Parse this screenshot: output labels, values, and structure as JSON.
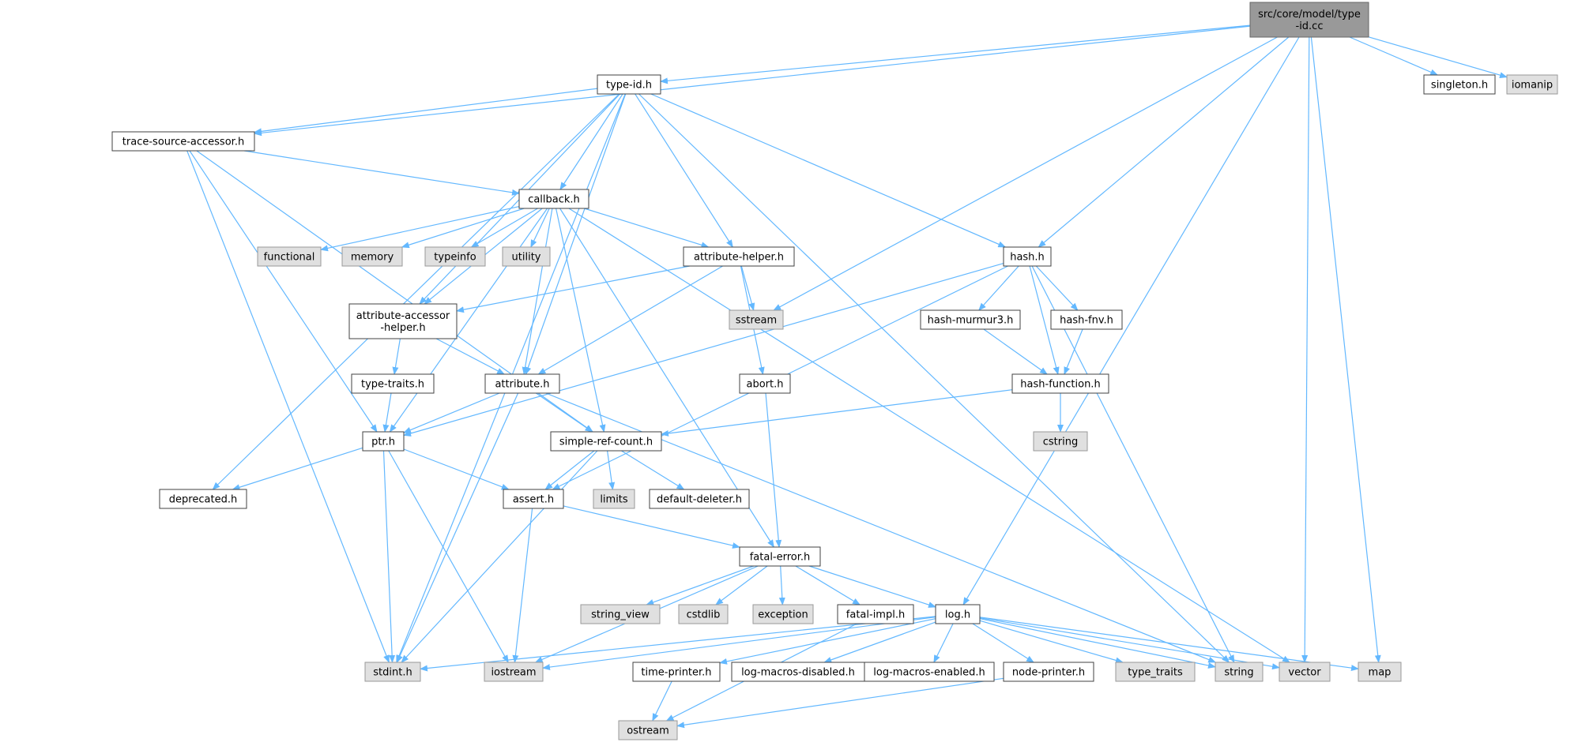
{
  "diagram": {
    "type": "include-dependency-graph",
    "colors": {
      "edge": "#63b8ff",
      "root_fill": "#999999",
      "system_fill": "#e0e0e0",
      "local_fill": "#ffffff",
      "local_border": "#404040"
    },
    "nodes": [
      {
        "id": "type-id-cc",
        "lines": [
          "src/core/model/type",
          "-id.cc"
        ],
        "kind": "root"
      },
      {
        "id": "type-id-h",
        "lines": [
          "type-id.h"
        ],
        "kind": "local"
      },
      {
        "id": "singleton-h",
        "lines": [
          "singleton.h"
        ],
        "kind": "local"
      },
      {
        "id": "iomanip",
        "lines": [
          "iomanip"
        ],
        "kind": "system"
      },
      {
        "id": "trace-source-accessor-h",
        "lines": [
          "trace-source-accessor.h"
        ],
        "kind": "local"
      },
      {
        "id": "callback-h",
        "lines": [
          "callback.h"
        ],
        "kind": "local"
      },
      {
        "id": "functional",
        "lines": [
          "functional"
        ],
        "kind": "system"
      },
      {
        "id": "memory",
        "lines": [
          "memory"
        ],
        "kind": "system"
      },
      {
        "id": "typeinfo",
        "lines": [
          "typeinfo"
        ],
        "kind": "system"
      },
      {
        "id": "utility",
        "lines": [
          "utility"
        ],
        "kind": "system"
      },
      {
        "id": "attribute-helper-h",
        "lines": [
          "attribute-helper.h"
        ],
        "kind": "local"
      },
      {
        "id": "hash-h",
        "lines": [
          "hash.h"
        ],
        "kind": "local"
      },
      {
        "id": "sstream",
        "lines": [
          "sstream"
        ],
        "kind": "system"
      },
      {
        "id": "attribute-accessor-helper-h",
        "lines": [
          "attribute-accessor",
          "-helper.h"
        ],
        "kind": "local"
      },
      {
        "id": "hash-murmur3-h",
        "lines": [
          "hash-murmur3.h"
        ],
        "kind": "local"
      },
      {
        "id": "hash-fnv-h",
        "lines": [
          "hash-fnv.h"
        ],
        "kind": "local"
      },
      {
        "id": "type-traits-h",
        "lines": [
          "type-traits.h"
        ],
        "kind": "local"
      },
      {
        "id": "attribute-h",
        "lines": [
          "attribute.h"
        ],
        "kind": "local"
      },
      {
        "id": "abort-h",
        "lines": [
          "abort.h"
        ],
        "kind": "local"
      },
      {
        "id": "hash-function-h",
        "lines": [
          "hash-function.h"
        ],
        "kind": "local"
      },
      {
        "id": "ptr-h",
        "lines": [
          "ptr.h"
        ],
        "kind": "local"
      },
      {
        "id": "simple-ref-count-h",
        "lines": [
          "simple-ref-count.h"
        ],
        "kind": "local"
      },
      {
        "id": "cstring",
        "lines": [
          "cstring"
        ],
        "kind": "system"
      },
      {
        "id": "deprecated-h",
        "lines": [
          "deprecated.h"
        ],
        "kind": "local"
      },
      {
        "id": "assert-h",
        "lines": [
          "assert.h"
        ],
        "kind": "local"
      },
      {
        "id": "limits",
        "lines": [
          "limits"
        ],
        "kind": "system"
      },
      {
        "id": "default-deleter-h",
        "lines": [
          "default-deleter.h"
        ],
        "kind": "local"
      },
      {
        "id": "fatal-error-h",
        "lines": [
          "fatal-error.h"
        ],
        "kind": "local"
      },
      {
        "id": "string-view",
        "lines": [
          "string_view"
        ],
        "kind": "system"
      },
      {
        "id": "cstdlib",
        "lines": [
          "cstdlib"
        ],
        "kind": "system"
      },
      {
        "id": "exception",
        "lines": [
          "exception"
        ],
        "kind": "system"
      },
      {
        "id": "fatal-impl-h",
        "lines": [
          "fatal-impl.h"
        ],
        "kind": "local"
      },
      {
        "id": "log-h",
        "lines": [
          "log.h"
        ],
        "kind": "local"
      },
      {
        "id": "stdint-h",
        "lines": [
          "stdint.h"
        ],
        "kind": "system"
      },
      {
        "id": "iostream",
        "lines": [
          "iostream"
        ],
        "kind": "system"
      },
      {
        "id": "time-printer-h",
        "lines": [
          "time-printer.h"
        ],
        "kind": "local"
      },
      {
        "id": "log-macros-disabled-h",
        "lines": [
          "log-macros-disabled.h"
        ],
        "kind": "local"
      },
      {
        "id": "log-macros-enabled-h",
        "lines": [
          "log-macros-enabled.h"
        ],
        "kind": "local"
      },
      {
        "id": "node-printer-h",
        "lines": [
          "node-printer.h"
        ],
        "kind": "local"
      },
      {
        "id": "type-traits",
        "lines": [
          "type_traits"
        ],
        "kind": "system"
      },
      {
        "id": "string",
        "lines": [
          "string"
        ],
        "kind": "system"
      },
      {
        "id": "vector",
        "lines": [
          "vector"
        ],
        "kind": "system"
      },
      {
        "id": "map",
        "lines": [
          "map"
        ],
        "kind": "system"
      },
      {
        "id": "ostream",
        "lines": [
          "ostream"
        ],
        "kind": "system"
      }
    ],
    "edges": [
      [
        "type-id-cc",
        "type-id-h"
      ],
      [
        "type-id-cc",
        "trace-source-accessor-h"
      ],
      [
        "type-id-cc",
        "singleton-h"
      ],
      [
        "type-id-cc",
        "iomanip"
      ],
      [
        "type-id-cc",
        "hash-h"
      ],
      [
        "type-id-cc",
        "sstream"
      ],
      [
        "type-id-cc",
        "log-h"
      ],
      [
        "type-id-cc",
        "vector"
      ],
      [
        "type-id-cc",
        "map"
      ],
      [
        "type-id-h",
        "trace-source-accessor-h"
      ],
      [
        "type-id-h",
        "callback-h"
      ],
      [
        "type-id-h",
        "attribute-helper-h"
      ],
      [
        "type-id-h",
        "hash-h"
      ],
      [
        "type-id-h",
        "attribute-accessor-helper-h"
      ],
      [
        "type-id-h",
        "attribute-h"
      ],
      [
        "type-id-h",
        "deprecated-h"
      ],
      [
        "type-id-h",
        "stdint-h"
      ],
      [
        "type-id-h",
        "string"
      ],
      [
        "trace-source-accessor-h",
        "callback-h"
      ],
      [
        "trace-source-accessor-h",
        "ptr-h"
      ],
      [
        "trace-source-accessor-h",
        "simple-ref-count-h"
      ],
      [
        "trace-source-accessor-h",
        "stdint-h"
      ],
      [
        "callback-h",
        "functional"
      ],
      [
        "callback-h",
        "memory"
      ],
      [
        "callback-h",
        "typeinfo"
      ],
      [
        "callback-h",
        "utility"
      ],
      [
        "callback-h",
        "attribute-helper-h"
      ],
      [
        "callback-h",
        "attribute-accessor-helper-h"
      ],
      [
        "callback-h",
        "attribute-h"
      ],
      [
        "callback-h",
        "ptr-h"
      ],
      [
        "callback-h",
        "simple-ref-count-h"
      ],
      [
        "callback-h",
        "fatal-error-h"
      ],
      [
        "callback-h",
        "vector"
      ],
      [
        "attribute-helper-h",
        "attribute-accessor-helper-h"
      ],
      [
        "attribute-helper-h",
        "attribute-h"
      ],
      [
        "attribute-helper-h",
        "sstream"
      ],
      [
        "attribute-helper-h",
        "abort-h"
      ],
      [
        "hash-h",
        "hash-murmur3-h"
      ],
      [
        "hash-h",
        "hash-fnv-h"
      ],
      [
        "hash-h",
        "hash-function-h"
      ],
      [
        "hash-h",
        "ptr-h"
      ],
      [
        "hash-h",
        "assert-h"
      ],
      [
        "hash-h",
        "string"
      ],
      [
        "attribute-accessor-helper-h",
        "type-traits-h"
      ],
      [
        "attribute-accessor-helper-h",
        "attribute-h"
      ],
      [
        "hash-murmur3-h",
        "hash-function-h"
      ],
      [
        "hash-fnv-h",
        "hash-function-h"
      ],
      [
        "hash-function-h",
        "simple-ref-count-h"
      ],
      [
        "hash-function-h",
        "cstring"
      ],
      [
        "type-traits-h",
        "ptr-h"
      ],
      [
        "attribute-h",
        "ptr-h"
      ],
      [
        "attribute-h",
        "simple-ref-count-h"
      ],
      [
        "attribute-h",
        "stdint-h"
      ],
      [
        "attribute-h",
        "string"
      ],
      [
        "abort-h",
        "fatal-error-h"
      ],
      [
        "ptr-h",
        "deprecated-h"
      ],
      [
        "ptr-h",
        "assert-h"
      ],
      [
        "ptr-h",
        "stdint-h"
      ],
      [
        "ptr-h",
        "iostream"
      ],
      [
        "simple-ref-count-h",
        "assert-h"
      ],
      [
        "simple-ref-count-h",
        "limits"
      ],
      [
        "simple-ref-count-h",
        "default-deleter-h"
      ],
      [
        "simple-ref-count-h",
        "stdint-h"
      ],
      [
        "assert-h",
        "fatal-error-h"
      ],
      [
        "assert-h",
        "iostream"
      ],
      [
        "fatal-error-h",
        "string-view"
      ],
      [
        "fatal-error-h",
        "cstdlib"
      ],
      [
        "fatal-error-h",
        "exception"
      ],
      [
        "fatal-error-h",
        "fatal-impl-h"
      ],
      [
        "fatal-error-h",
        "log-h"
      ],
      [
        "fatal-error-h",
        "iostream"
      ],
      [
        "fatal-impl-h",
        "ostream"
      ],
      [
        "log-h",
        "stdint-h"
      ],
      [
        "log-h",
        "iostream"
      ],
      [
        "log-h",
        "time-printer-h"
      ],
      [
        "log-h",
        "log-macros-disabled-h"
      ],
      [
        "log-h",
        "log-macros-enabled-h"
      ],
      [
        "log-h",
        "node-printer-h"
      ],
      [
        "log-h",
        "type-traits"
      ],
      [
        "log-h",
        "string"
      ],
      [
        "log-h",
        "vector"
      ],
      [
        "log-h",
        "map"
      ],
      [
        "time-printer-h",
        "ostream"
      ],
      [
        "node-printer-h",
        "ostream"
      ]
    ]
  }
}
